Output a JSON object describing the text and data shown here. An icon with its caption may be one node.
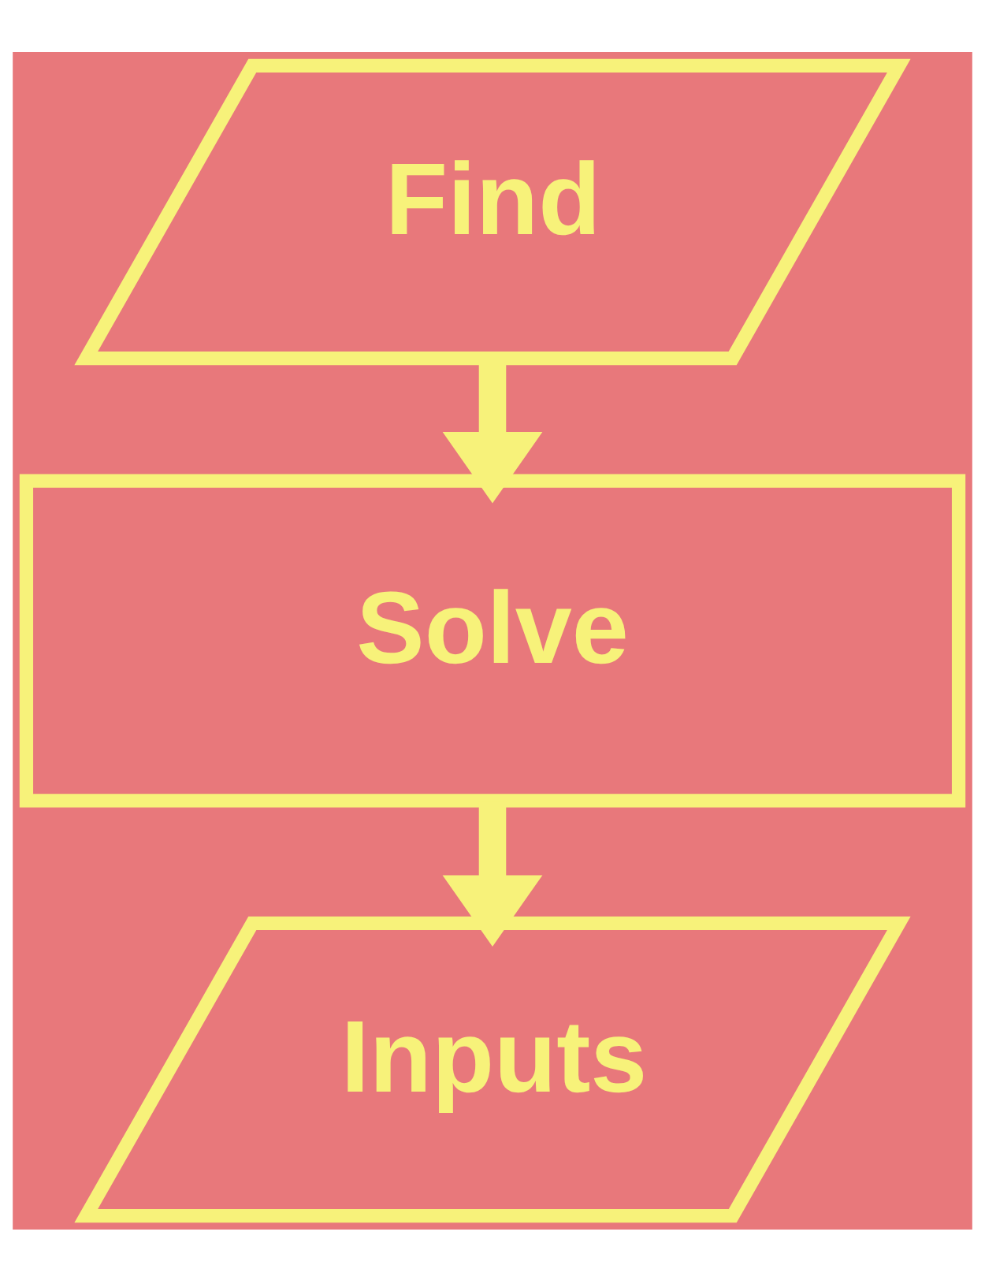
{
  "diagram": {
    "nodes": [
      {
        "text": [
          "Find"
        ]
      },
      {
        "text": [
          "Solve"
        ]
      },
      {
        "text": [
          "Inputs"
        ]
      }
    ],
    "edges": [
      {
        "from": 0,
        "to": 1,
        "arrow": "to"
      },
      {
        "from": 1,
        "to": 2,
        "arrow": "to"
      }
    ]
  }
}
